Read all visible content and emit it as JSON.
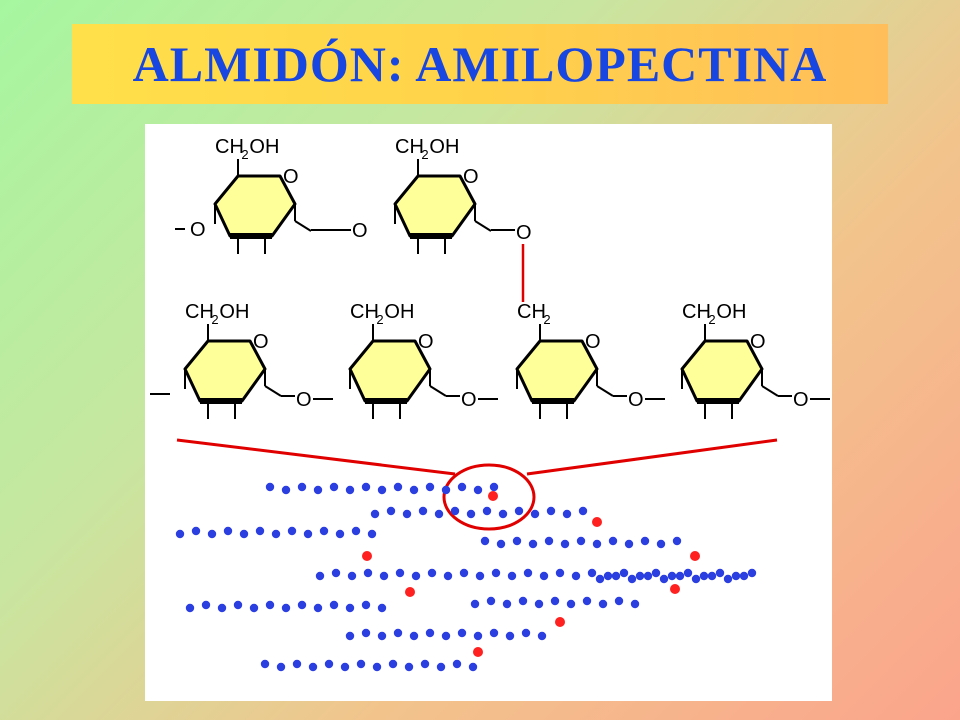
{
  "title": "ALMIDÓN: AMILOPECTINA",
  "colors": {
    "title_text": "#1746e0",
    "title_box": "#ffd24a",
    "ring_fill": "#ffff99",
    "bond_link": "#e00000",
    "glucose_unit": "#2b3ee0",
    "branch_point": "#ff2020"
  },
  "structure": {
    "ring_group_label": "CH2OH",
    "branch_group_label": "CH2",
    "ring_oxygen_label": "O",
    "linkage_oxygen_label": "O"
  },
  "schematic": {
    "unit_shape": "dot",
    "branch_marker": "red-dot",
    "zoom_marker": "red-ellipse"
  }
}
